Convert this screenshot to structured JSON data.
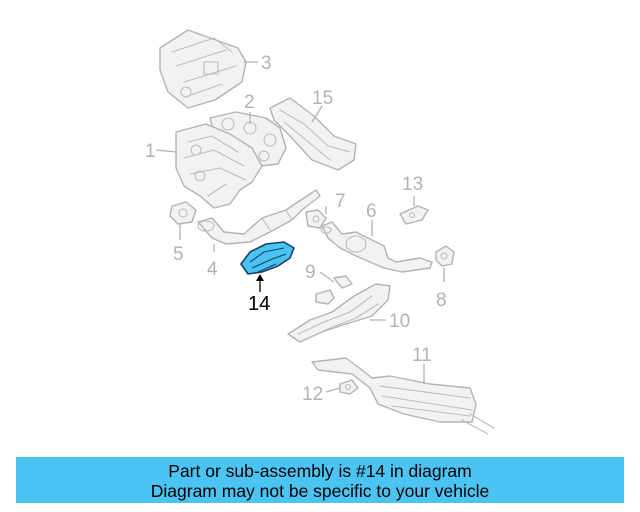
{
  "diagram": {
    "callouts": [
      "1",
      "2",
      "3",
      "4",
      "5",
      "6",
      "7",
      "8",
      "9",
      "10",
      "11",
      "12",
      "13",
      "14",
      "15"
    ],
    "highlighted_part": "14",
    "highlight_color": "#49c3f2"
  },
  "caption": {
    "line1": "Part or sub-assembly is #14 in diagram",
    "line2": "Diagram may not be specific to your vehicle",
    "background": "#4cc4f3"
  }
}
